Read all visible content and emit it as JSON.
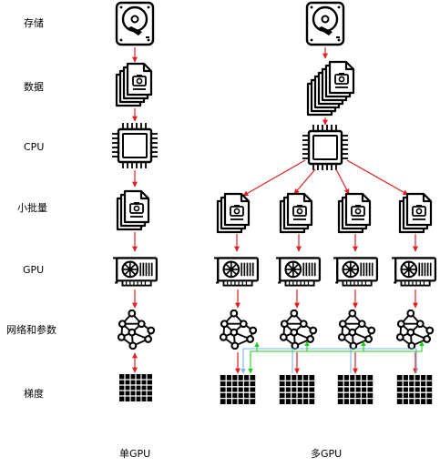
{
  "row_labels": [
    "存储",
    "数据",
    "CPU",
    "小批量",
    "GPU",
    "网络和参数",
    "梯度"
  ],
  "column_labels": {
    "single": "单GPU",
    "multi": "多GPU"
  },
  "colors": {
    "arrow": "#e02020",
    "sync_blue": "#7ab6e6",
    "sync_green": "#22cc22",
    "icon": "#000000"
  }
}
